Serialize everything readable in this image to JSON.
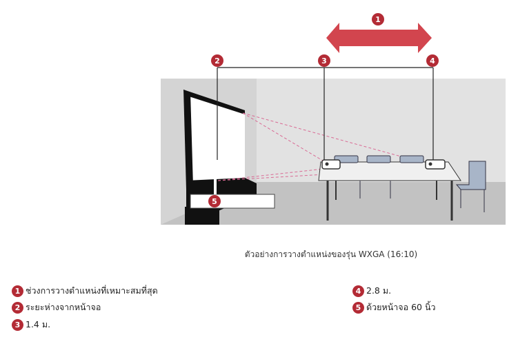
{
  "colors": {
    "accent": "#b32b35",
    "range_arrow": "#d2454e",
    "wall": "#e2e2e2",
    "floor": "#c2c2c2",
    "chair": "#a8b5c8",
    "beam": "#d96a94"
  },
  "markers": [
    "1",
    "2",
    "3",
    "4",
    "5"
  ],
  "caption": "ตัวอย่างการวางตำแหน่งของรุ่น WXGA (16:10)",
  "legend": [
    {
      "num": "1",
      "text": "ช่วงการวางตำแหน่งที่เหมาะสมที่สุด"
    },
    {
      "num": "2",
      "text": "ระยะห่างจากหน้าจอ"
    },
    {
      "num": "3",
      "text": "1.4 ม."
    },
    {
      "num": "4",
      "text": "2.8 ม."
    },
    {
      "num": "5",
      "text": "ด้วยหน้าจอ 60 นิ้ว"
    }
  ]
}
